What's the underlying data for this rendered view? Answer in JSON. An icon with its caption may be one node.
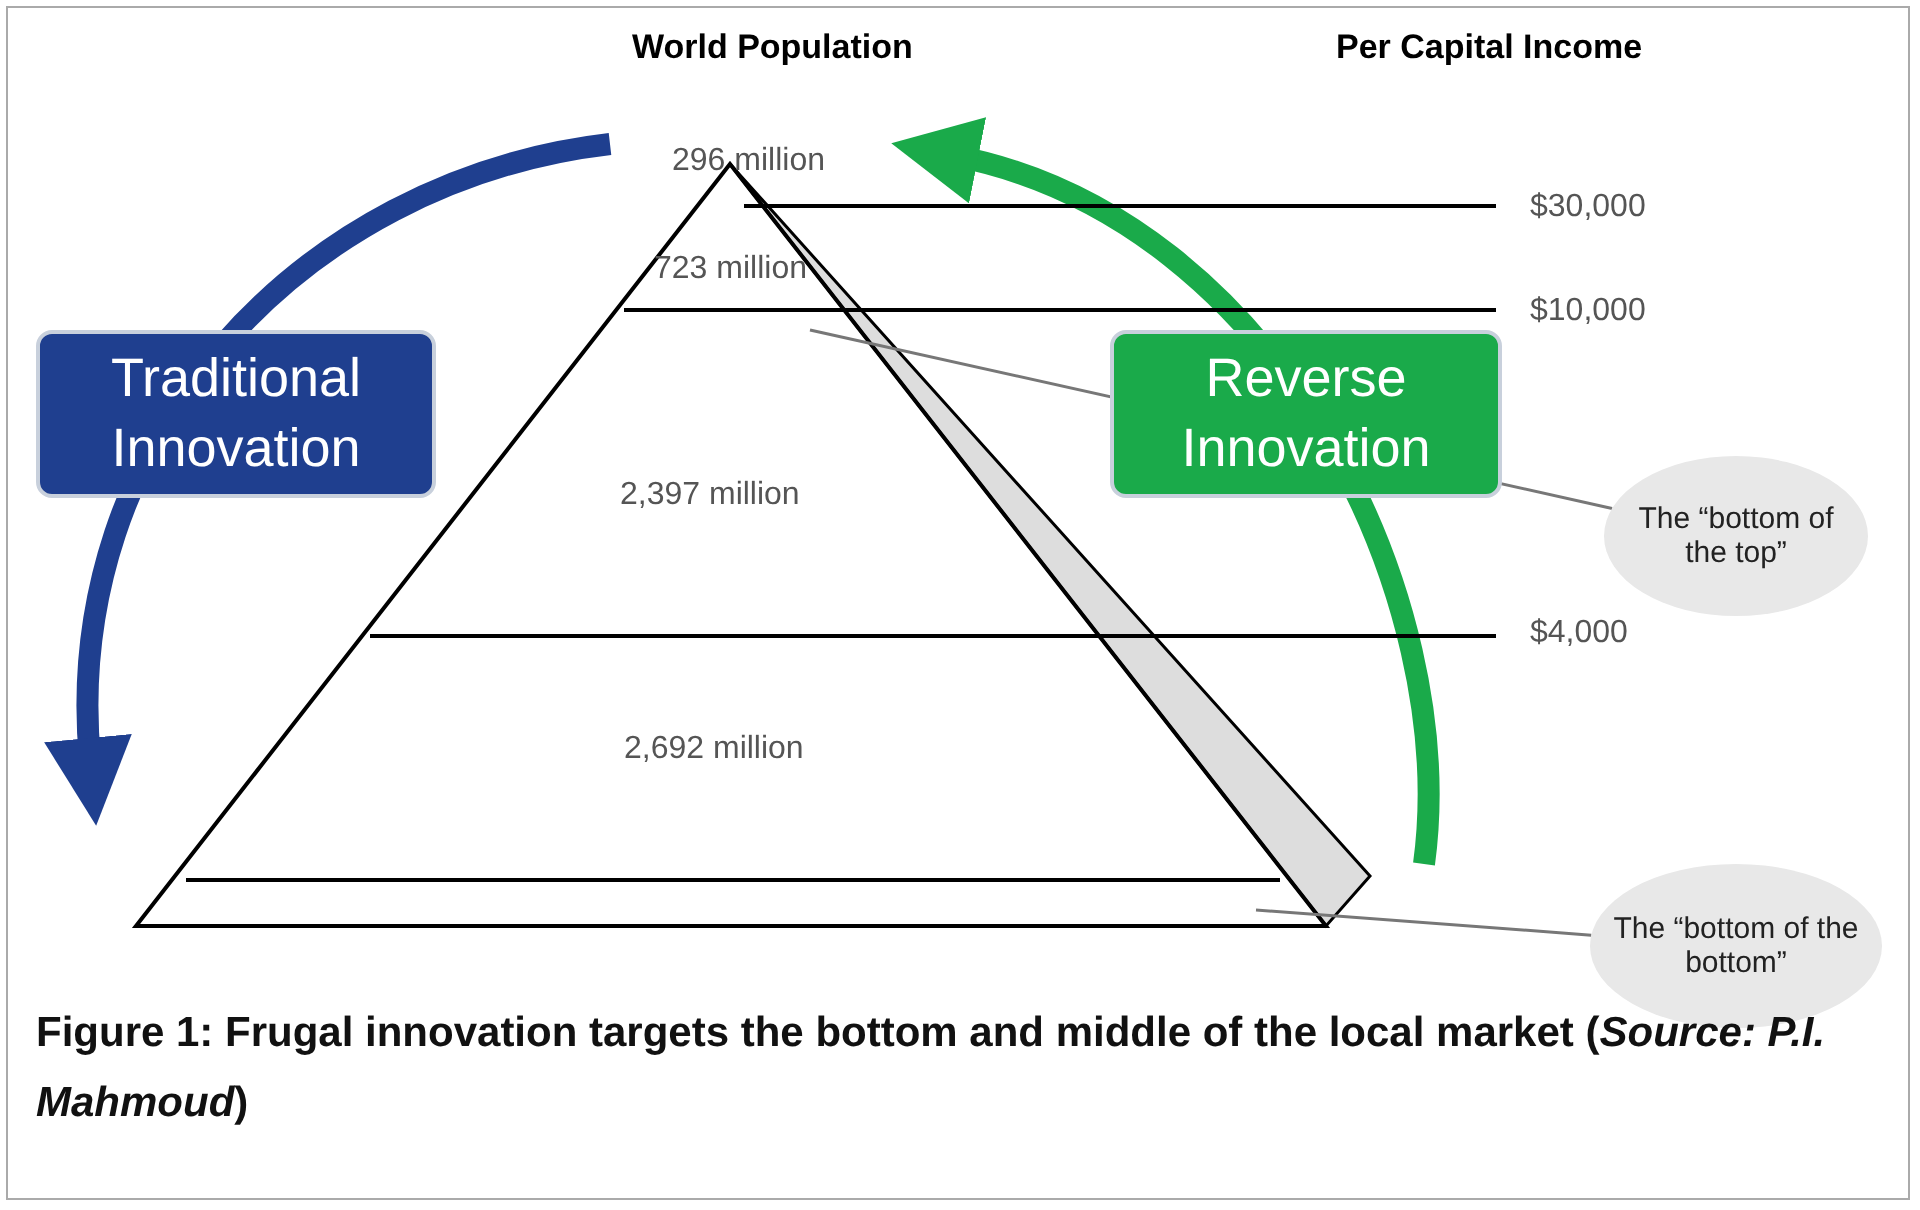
{
  "diagram": {
    "caption": "Figure 1: Frugal innovation targets the bottom and middle of the local market (*Source: P.I. Mahmoud*)",
    "nodes": [
      {
        "text": [
          "Traditional Innovation"
        ]
      },
      {
        "text": [
          "Reverse Innovation"
        ]
      },
      {
        "text": [
          "The “bottom of the top”"
        ]
      },
      {
        "text": [
          "The “bottom of the bottom”"
        ]
      }
    ],
    "edges": [
      {
        "from": 2,
        "to": null,
        "arrow": "none"
      },
      {
        "from": 3,
        "to": null,
        "arrow": "none"
      }
    ],
    "labels": [
      "World Population",
      "Per Capital Income",
      "296 million",
      "723 million",
      "$30,000",
      "$10,000",
      "2,397 million",
      "$4,000",
      "2,692 million"
    ]
  }
}
